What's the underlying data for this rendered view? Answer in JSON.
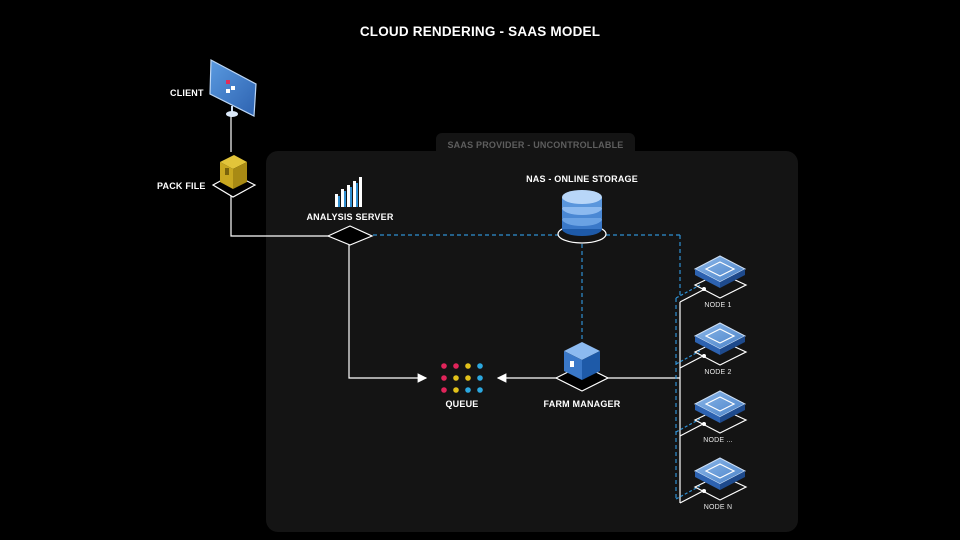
{
  "title": "CLOUD RENDERING - SAAS MODEL",
  "provider_label": "SAAS PROVIDER - UNCONTROLLABLE",
  "nodes_labels": {
    "client": "CLIENT",
    "pack_file": "PACK FILE",
    "analysis_server": "ANALYSIS SERVER",
    "nas": "NAS - ONLINE STORAGE",
    "queue": "QUEUE",
    "farm_manager": "FARM MANAGER"
  },
  "render_nodes": [
    "NODE 1",
    "NODE 2",
    "NODE ...",
    "NODE N"
  ],
  "colors": {
    "background": "#000000",
    "panel": "#141414",
    "solid_line": "#ffffff",
    "dashed_line": "#2f8fd1",
    "monitor": "#3a7fd0",
    "pack": "#c9a820",
    "node_blue": "#4a8ad0",
    "queue_red": "#e0245a",
    "queue_yellow": "#e2c11a",
    "queue_blue": "#2ba8e0"
  },
  "icons": {
    "client": "monitor-icon",
    "pack_file": "package-icon",
    "analysis_server": "bar-chart-icon",
    "nas": "database-icon",
    "queue": "dot-grid-icon",
    "farm_manager": "cube-icon",
    "render_node": "server-node-icon"
  }
}
